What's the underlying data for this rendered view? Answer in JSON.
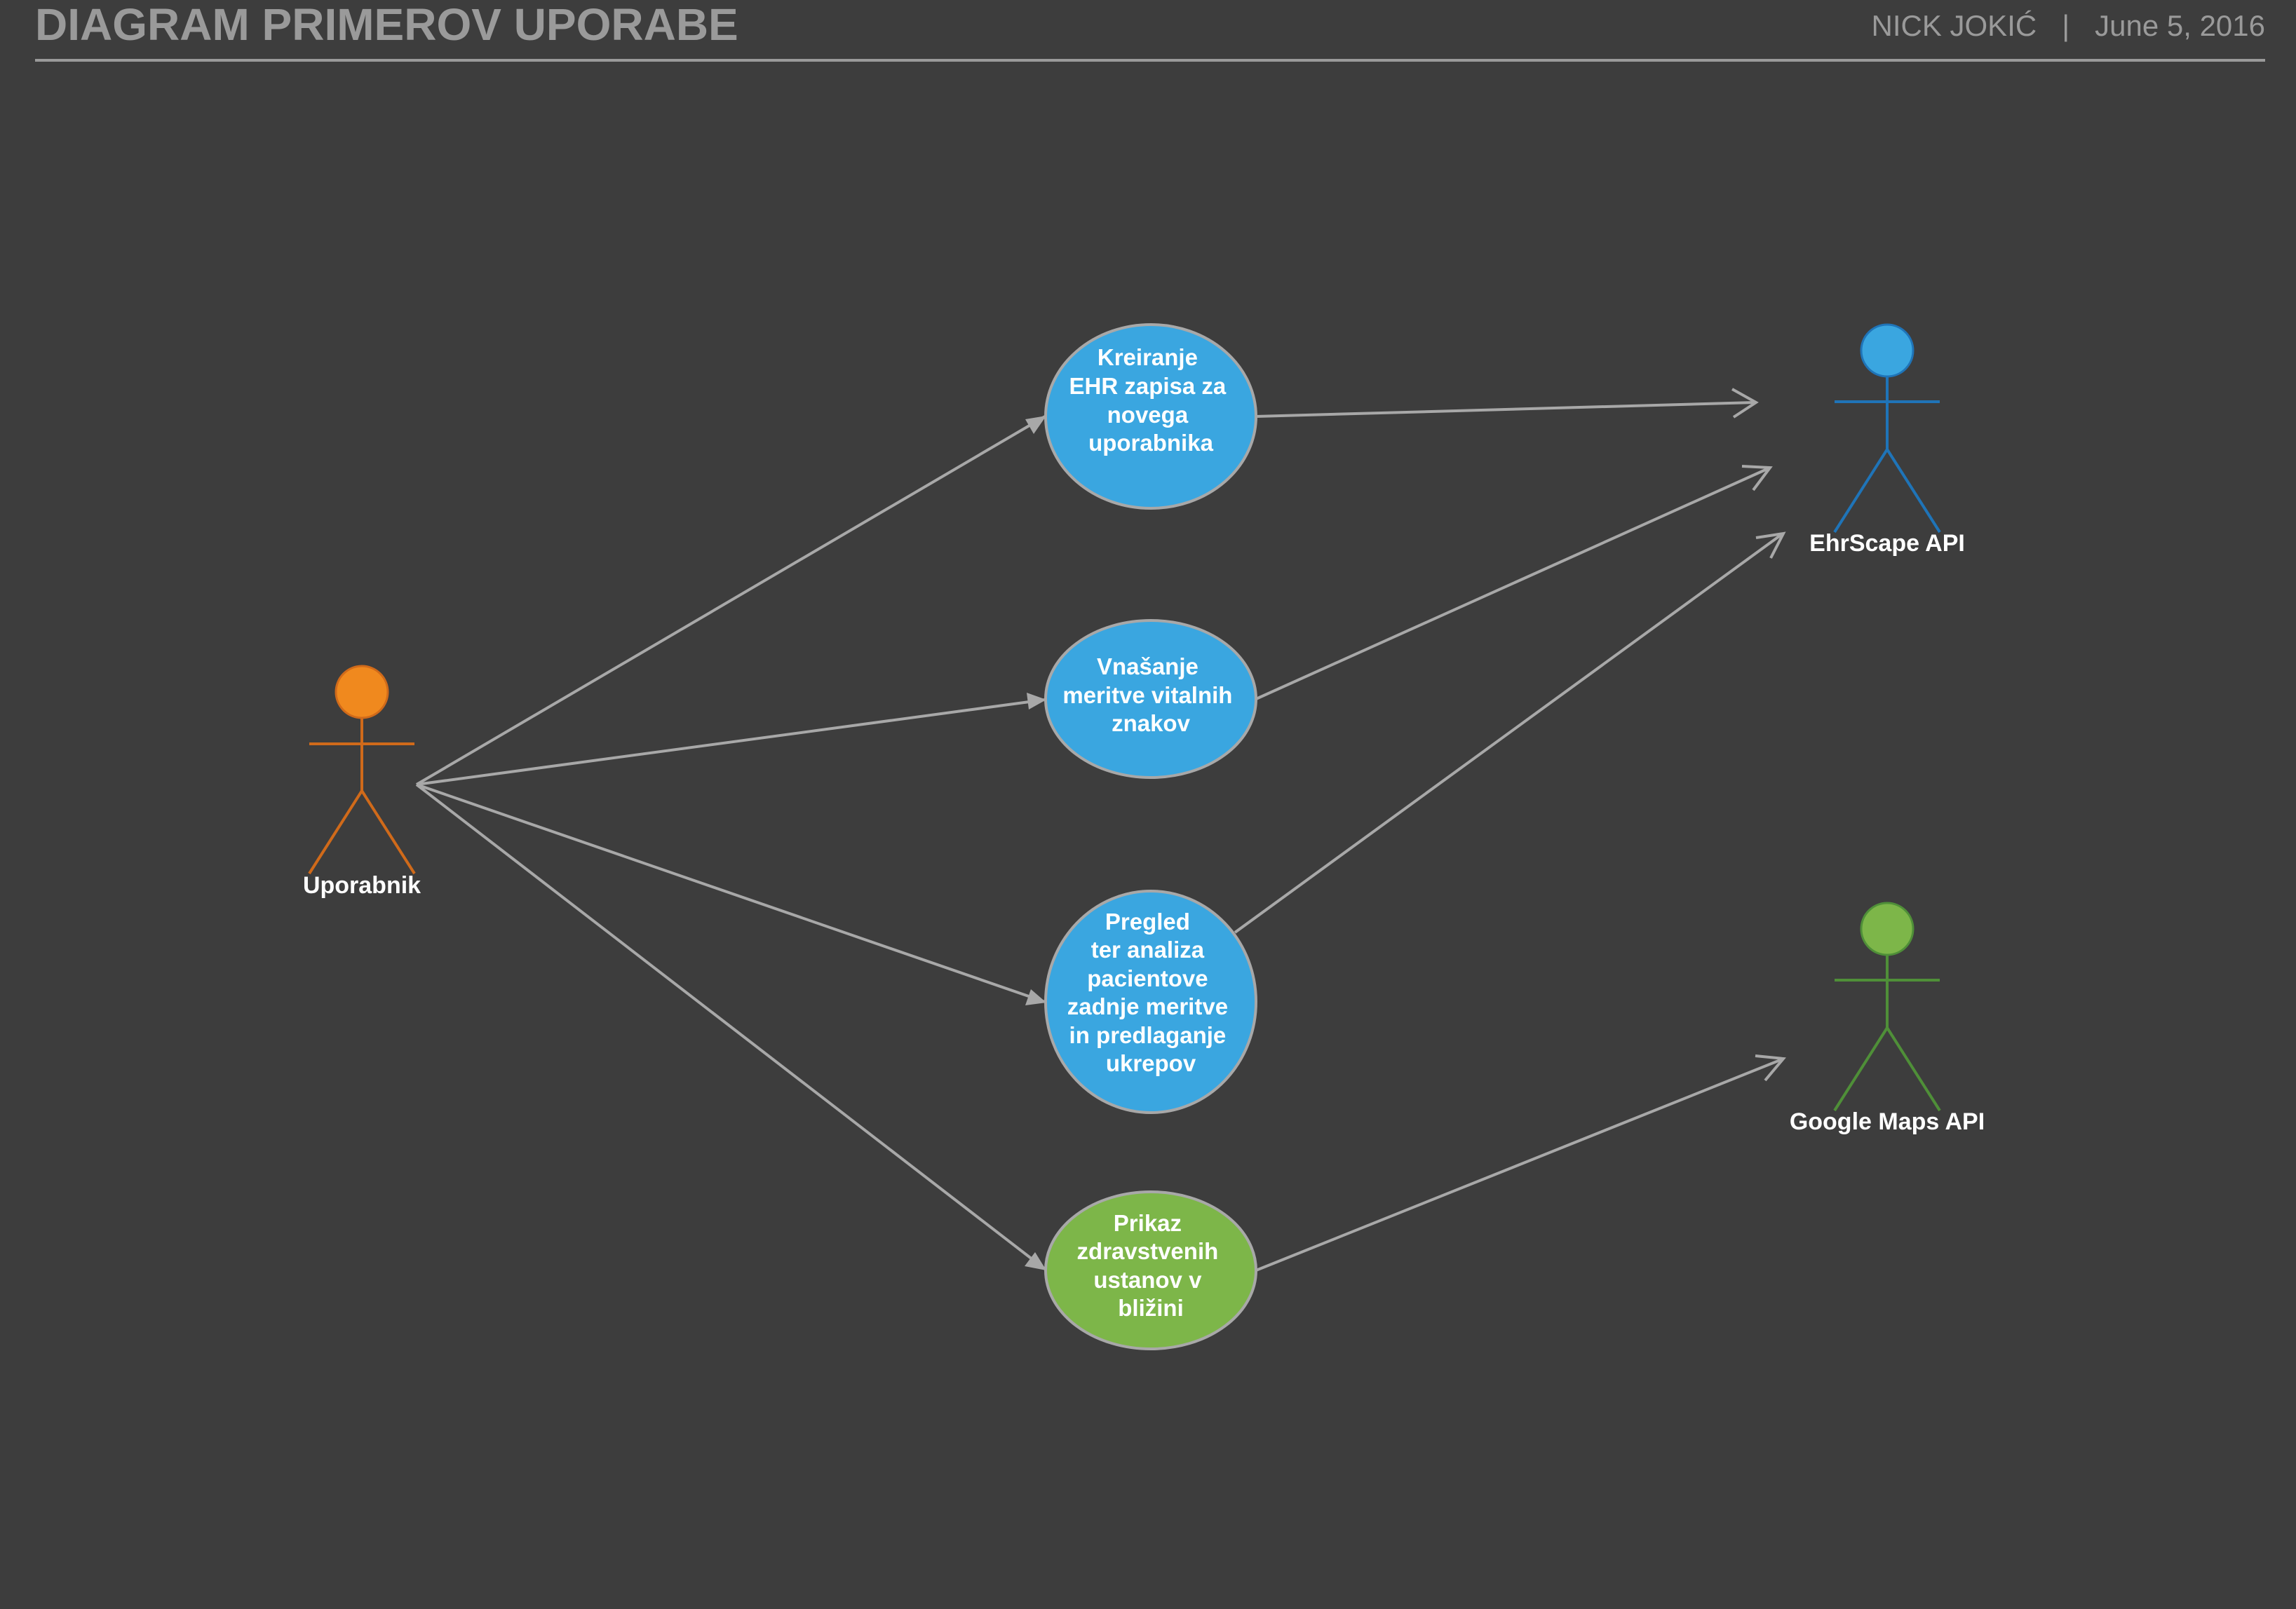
{
  "header": {
    "title": "DIAGRAM PRIMEROV UPORABE",
    "author": "NICK JOKIĆ",
    "separator": "|",
    "date": "June 5, 2016"
  },
  "actors": [
    {
      "id": "uporabnik",
      "name": "Uporabnik",
      "color": "#f0891e",
      "stroke": "#d06a1a"
    },
    {
      "id": "ehrscape",
      "name": "EhrScape API",
      "color": "#3aa6e0",
      "stroke": "#1f74b8"
    },
    {
      "id": "google-maps",
      "name": "Google Maps API",
      "color": "#7db649",
      "stroke": "#4f8f38"
    }
  ],
  "use_cases": [
    {
      "id": "kreiranje",
      "lines": [
        "Kreiranje",
        "EHR zapisa za",
        "novega",
        "uporabnika"
      ],
      "color": "#3aa6e0"
    },
    {
      "id": "vnasanje",
      "lines": [
        "Vnašanje",
        "meritve vitalnih",
        "znakov"
      ],
      "color": "#3aa6e0"
    },
    {
      "id": "pregled",
      "lines": [
        "Pregled",
        "ter analiza",
        "pacientove",
        "zadnje meritve",
        "in predlaganje",
        "ukrepov"
      ],
      "color": "#3aa6e0"
    },
    {
      "id": "prikaz",
      "lines": [
        "Prikaz",
        "zdravstvenih",
        "ustanov v",
        "bližini"
      ],
      "color": "#7db649"
    }
  ],
  "connections": [
    {
      "from": "uporabnik",
      "to": "kreiranje"
    },
    {
      "from": "uporabnik",
      "to": "vnasanje"
    },
    {
      "from": "uporabnik",
      "to": "pregled"
    },
    {
      "from": "uporabnik",
      "to": "prikaz"
    },
    {
      "from": "kreiranje",
      "to": "ehrscape"
    },
    {
      "from": "vnasanje",
      "to": "ehrscape"
    },
    {
      "from": "pregled",
      "to": "ehrscape"
    },
    {
      "from": "prikaz",
      "to": "google-maps"
    }
  ],
  "colors": {
    "background": "#3d3d3d",
    "header_text": "#9a9a9a",
    "line": "#a8a8a8",
    "ellipse_border": "#a8a8a8"
  }
}
